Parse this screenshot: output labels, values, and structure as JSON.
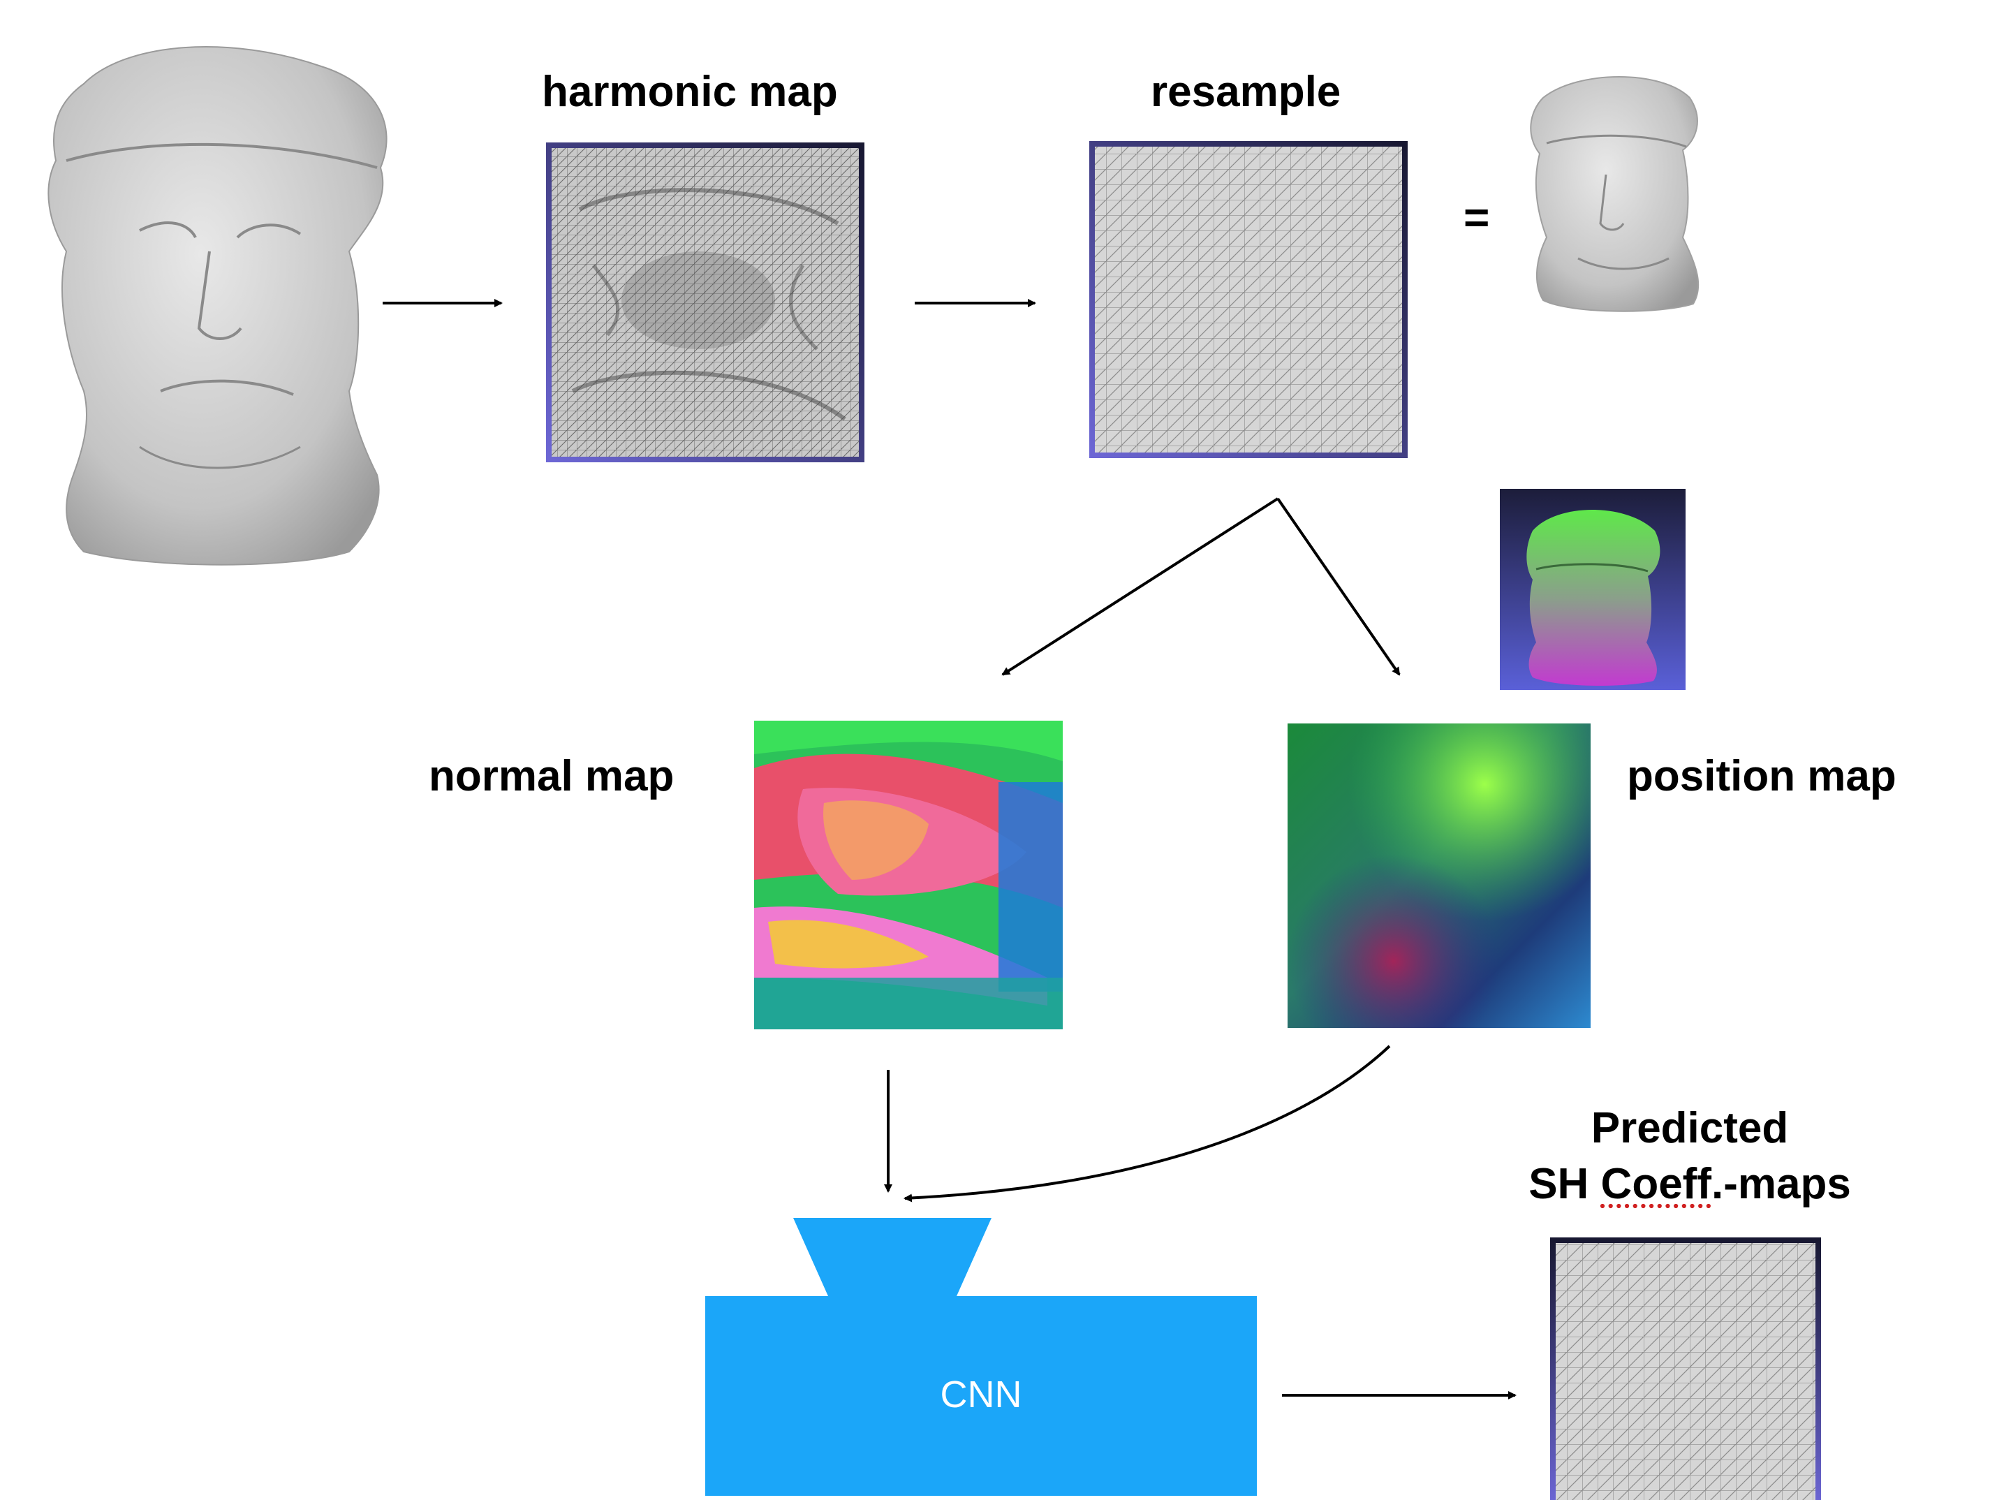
{
  "labels": {
    "harmonic_map": "harmonic map",
    "resample": "resample",
    "equals": "=",
    "normal_map": "normal map",
    "position_map": "position map",
    "predicted_line1": "Predicted",
    "predicted_line2_prefix": "SH ",
    "predicted_line2_misspelled": "Coeff",
    "predicted_line2_suffix": ".-maps",
    "cnn": "CNN"
  },
  "colors": {
    "cnn_fill": "#1ba6f9",
    "grid_line": "#8c8c8c",
    "grid_bg": "#d6d6d6",
    "frame_dark": "#171730",
    "frame_light": "#6d67d6",
    "mesh_fill": "#cfcfcf"
  },
  "icons": {
    "bust_input": "bust-mesh-icon",
    "bust_small": "bust-mesh-small-icon",
    "bust_colored": "bust-colored-icon"
  }
}
